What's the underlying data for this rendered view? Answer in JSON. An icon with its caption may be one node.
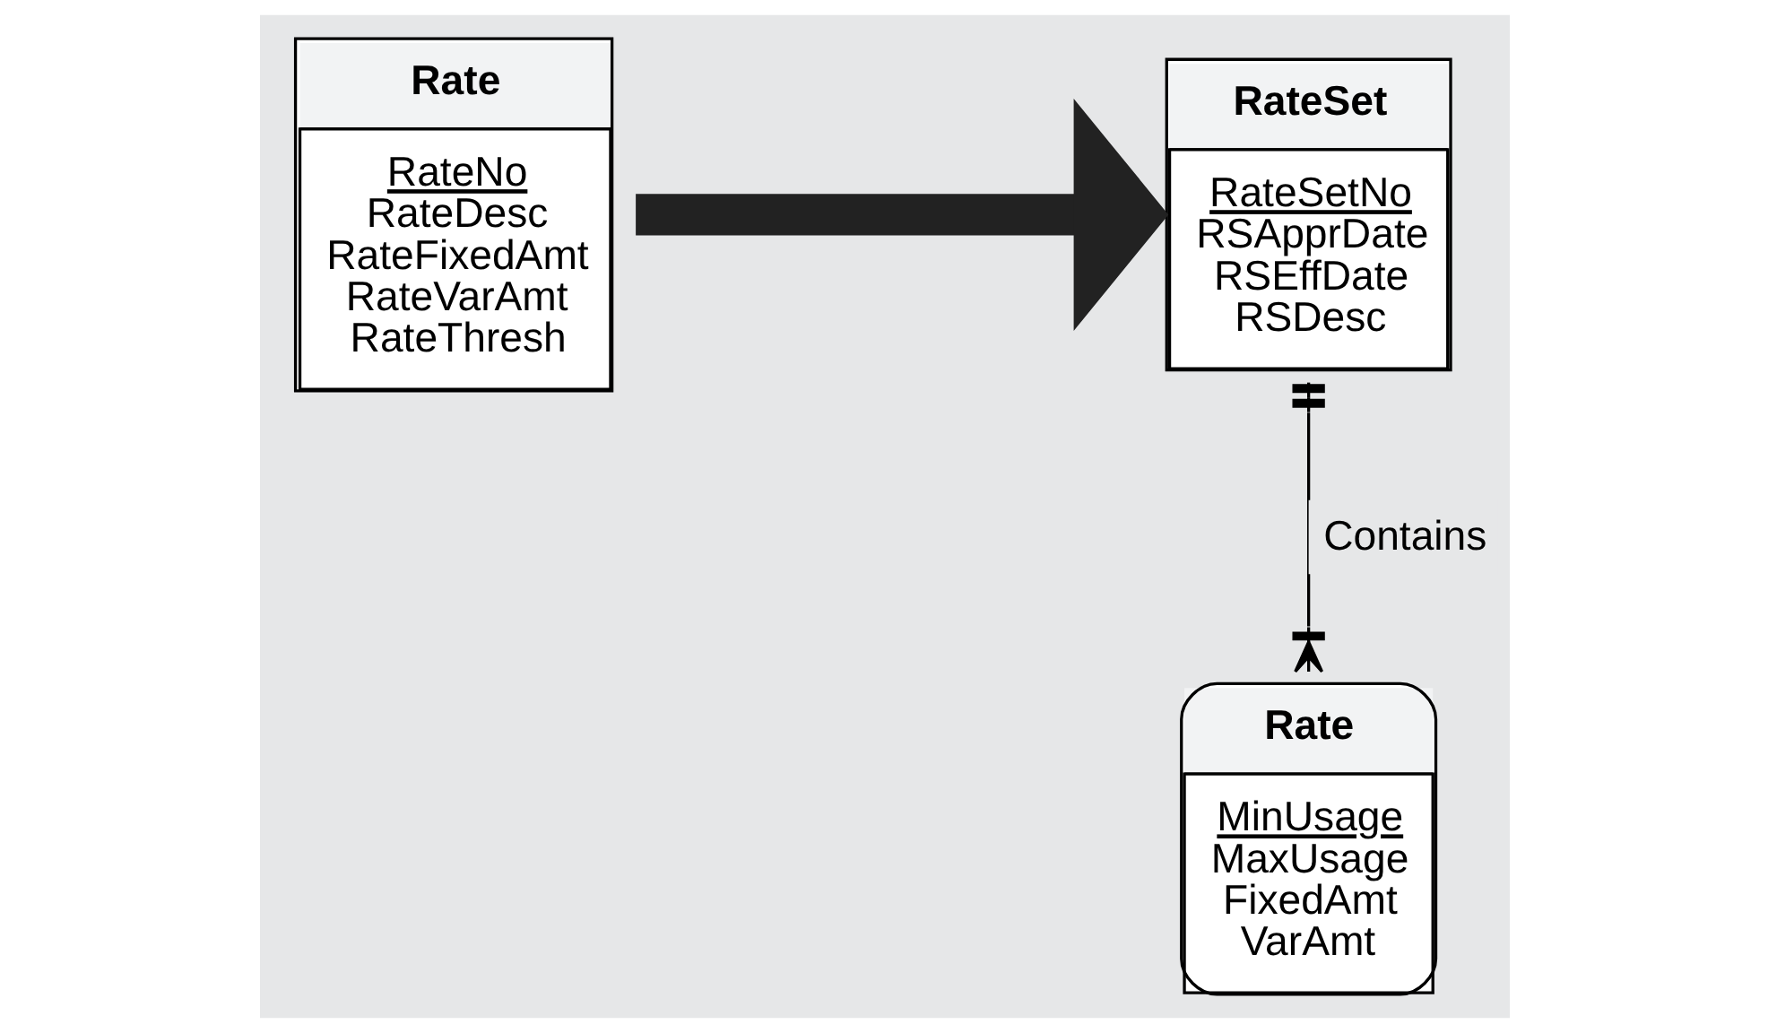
{
  "diagram": {
    "nodes": [
      {
        "text": [
          "Rate",
          "RateNo",
          "RateDesc",
          "RateFixedAmt",
          "RateVarAmt",
          "RateThresh"
        ]
      },
      {
        "text": [
          "RateSet",
          "RateSetNo",
          "RSApprDate",
          "RSEffDate",
          "RSDesc"
        ]
      },
      {
        "text": [
          "Rate",
          "MinUsage",
          "MaxUsage",
          "FixedAmt",
          "VarAmt"
        ]
      }
    ],
    "edges": [
      {
        "from": 0,
        "to": 1,
        "arrow": "to",
        "style": "thick"
      },
      {
        "from": 1,
        "to": 2,
        "arrow": "other",
        "label": "Contains"
      }
    ]
  }
}
